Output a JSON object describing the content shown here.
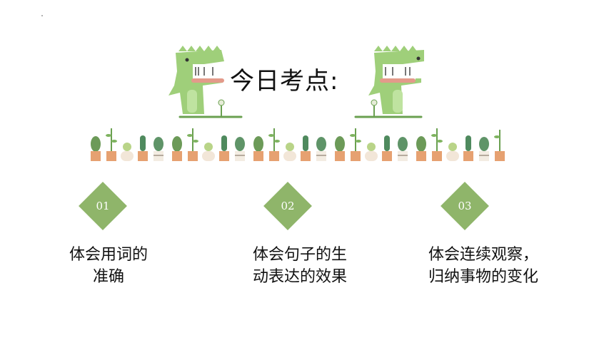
{
  "slide": {
    "title": "今日考点:",
    "points": [
      {
        "number": "01",
        "line1": "体会用词的",
        "line2": "准确"
      },
      {
        "number": "02",
        "line1": "体会句子的生",
        "line2": "动表达的效果"
      },
      {
        "number": "03",
        "line1": "体会连续观察，",
        "line2": "归纳事物的变化"
      }
    ]
  },
  "colors": {
    "accent_green": "#8fb56a",
    "croc_green": "#9fcf7a",
    "text": "#111111"
  },
  "icons": [
    "crocodile-illustration",
    "potted-plants-border"
  ]
}
